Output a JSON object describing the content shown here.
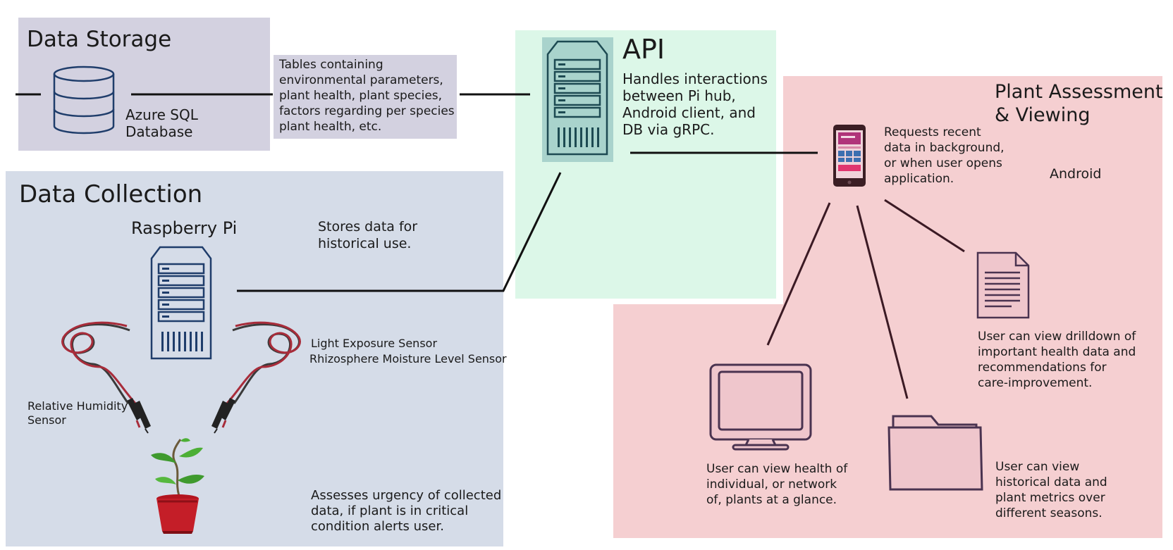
{
  "data_storage": {
    "title": "Data Storage",
    "db_label": "Azure SQL\nDatabase",
    "tables_note": "Tables containing\nenvironmental parameters,\nplant health, plant species,\nfactors regarding per species\nplant health, etc."
  },
  "api": {
    "title": "API",
    "description": "Handles interactions\nbetween Pi hub,\nAndroid client, and\nDB via gRPC."
  },
  "data_collection": {
    "title": "Data Collection",
    "pi_label": "Raspberry Pi",
    "stores_note": "Stores data for\nhistorical use.",
    "light_sensor": "Light Exposure Sensor",
    "moisture_sensor": "Rhizosphere Moisture Level Sensor",
    "humidity_sensor": "Relative Humidity\nSensor",
    "urgency_note": "Assesses urgency of collected\ndata, if plant is in critical\ncondition alerts user."
  },
  "plant_assessment": {
    "title": "Plant Assessment\n& Viewing",
    "phone_note": "Requests recent\ndata in background,\nor when user opens\napplication.",
    "android_label": "Android",
    "document_note": "User can view drilldown of\nimportant health data and\nrecommendations for\ncare-improvement.",
    "monitor_note": "User can view health of\nindividual, or network\nof, plants at a glance.",
    "folder_note": "User can view\nhistorical data and\nplant metrics over\ndifferent seasons."
  },
  "colors": {
    "storage_bg": "#d3d1e0",
    "collection_bg": "#d5dce8",
    "api_bg": "#dcf7e8",
    "assessment_bg": "#f5cfd1",
    "server_navy": "#1f3d6b",
    "api_server": "#1d4a52",
    "device_outline": "#4a2f4a"
  }
}
